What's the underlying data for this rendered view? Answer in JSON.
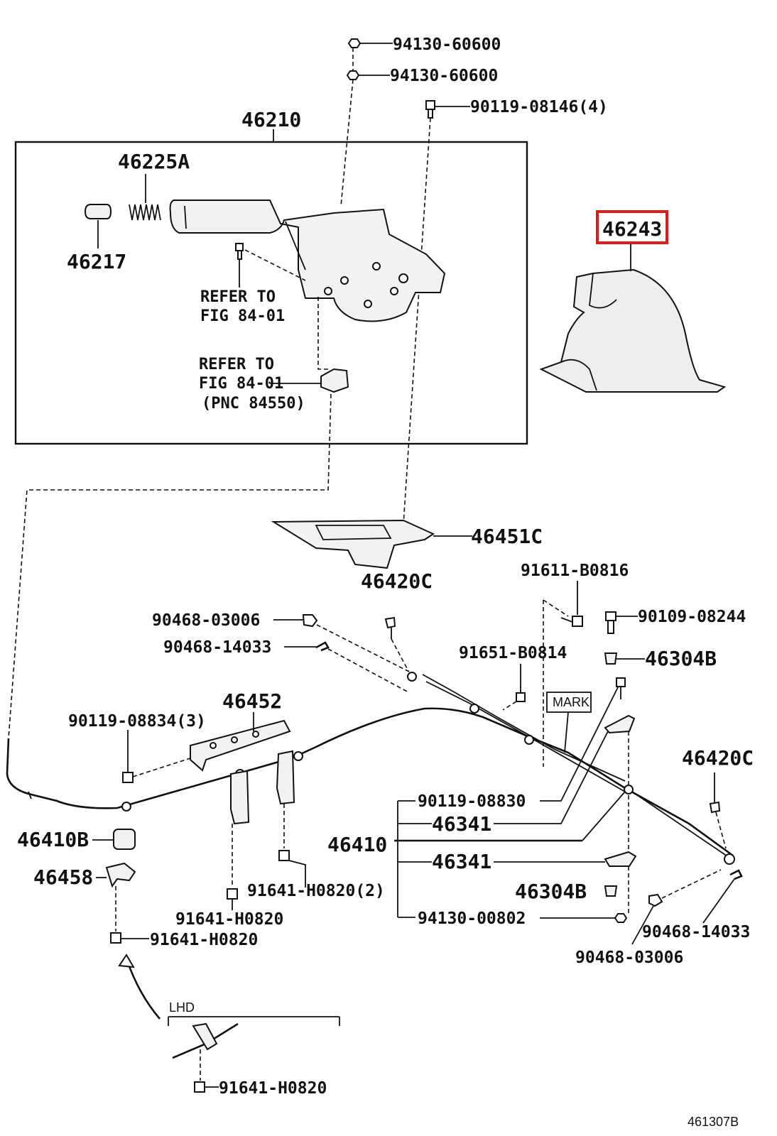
{
  "diagram": {
    "labels": {
      "l_94130_60600_a": "94130-60600",
      "l_94130_60600_b": "94130-60600",
      "l_90119_08146": "90119-08146(4)",
      "l_46210": "46210",
      "l_46225A": "46225A",
      "l_46217": "46217",
      "l_46243": "46243",
      "l_refer1_a": "REFER TO",
      "l_refer1_b": "FIG 84-01",
      "l_refer2_a": "REFER TO",
      "l_refer2_b": "FIG 84-01",
      "l_refer2_c": "(PNC 84550)",
      "l_46451C": "46451C",
      "l_91611_B0816": "91611-B0816",
      "l_46420C_top": "46420C",
      "l_90468_03006_a": "90468-03006",
      "l_90109_08244": "90109-08244",
      "l_90468_14033_a": "90468-14033",
      "l_91651_B0814": "91651-B0814",
      "l_46304B_top": "46304B",
      "l_mark": "MARK",
      "l_46452": "46452",
      "l_90119_08834": "90119-08834(3)",
      "l_46420C_right": "46420C",
      "l_90119_08830": "90119-08830",
      "l_46341_a": "46341",
      "l_46410B": "46410B",
      "l_46410": "46410",
      "l_46341_b": "46341",
      "l_46458": "46458",
      "l_91641_H0820_2": "91641-H0820(2)",
      "l_46304B_bot": "46304B",
      "l_91641_H0820_a": "91641-H0820",
      "l_94130_00802": "94130-00802",
      "l_90468_14033_b": "90468-14033",
      "l_91641_H0820_b": "91641-H0820",
      "l_90468_03006_b": "90468-03006",
      "l_lhd": "LHD",
      "l_91641_H0820_c": "91641-H0820",
      "l_figno": "461307B"
    },
    "highlight_part": "46243",
    "highlight_color": "#e01b1b"
  }
}
